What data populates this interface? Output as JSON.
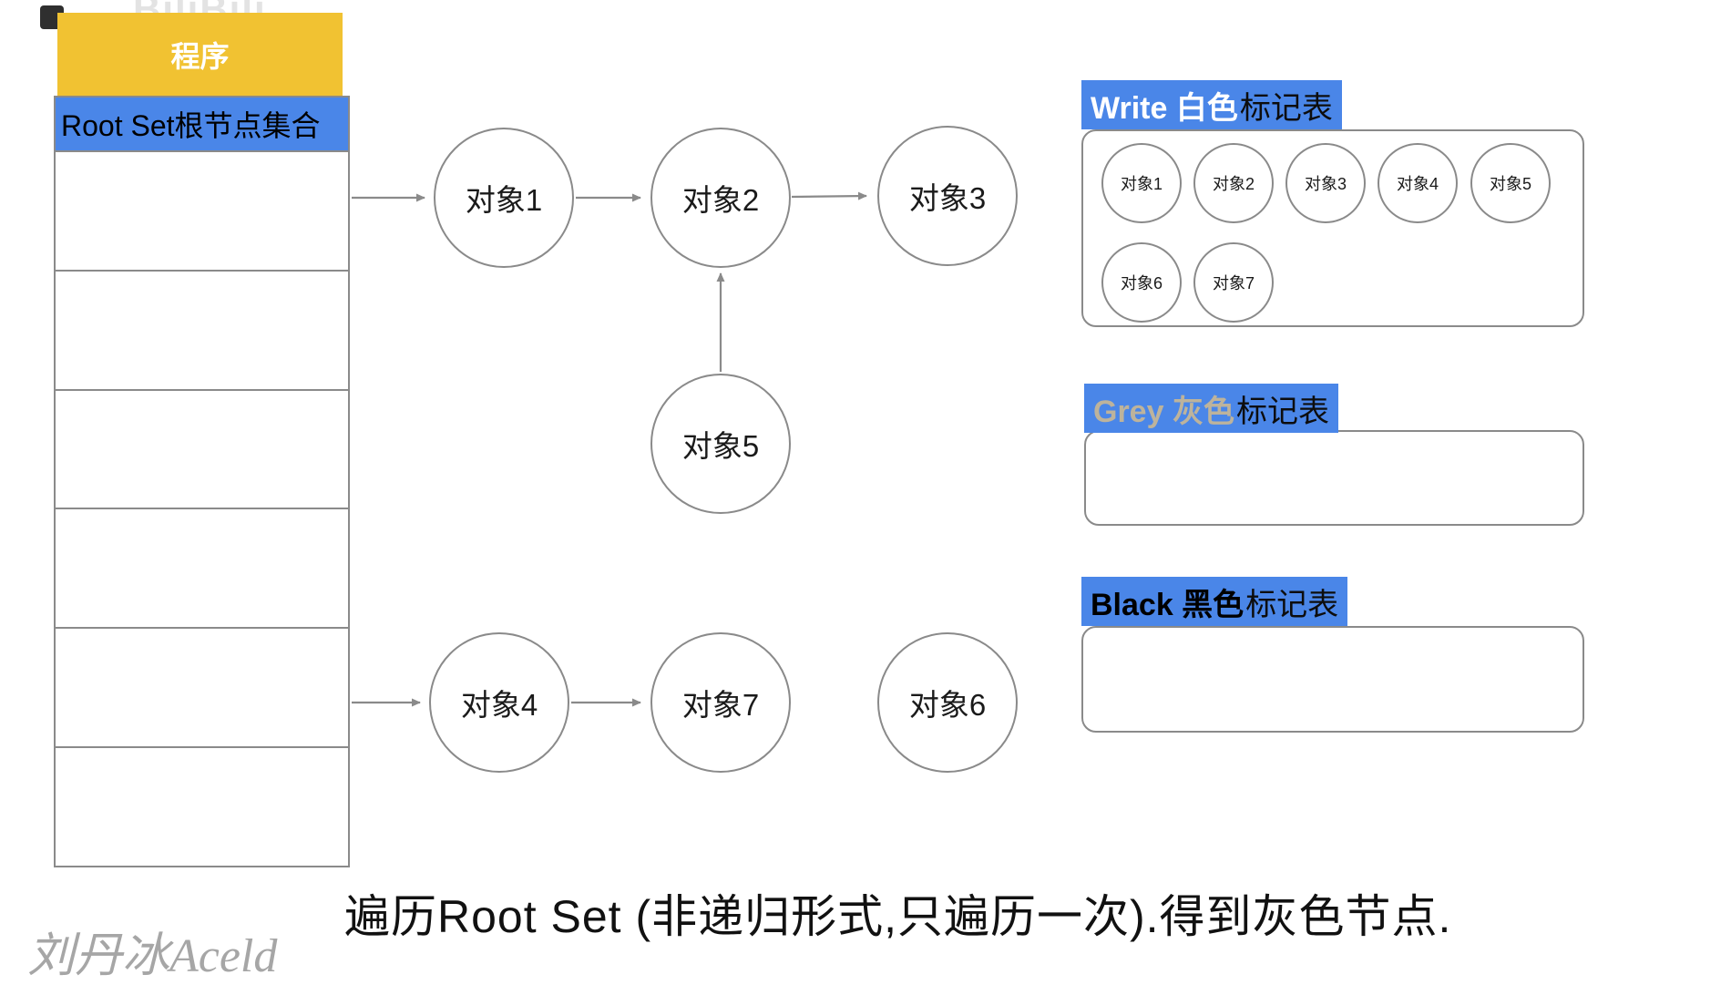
{
  "page": {
    "caption": "遍历Root Set (非递归形式,只遍历一次).得到灰色节点.",
    "watermark": "刘丹冰Aceld",
    "site_logo": "BiliBili"
  },
  "stack": {
    "header": "程序",
    "root_row": "Root Set根节点集合",
    "empty_rows": 6
  },
  "graph": {
    "nodes": [
      {
        "id": "obj1",
        "label": "对象1"
      },
      {
        "id": "obj2",
        "label": "对象2"
      },
      {
        "id": "obj3",
        "label": "对象3"
      },
      {
        "id": "obj4",
        "label": "对象4"
      },
      {
        "id": "obj5",
        "label": "对象5"
      },
      {
        "id": "obj6",
        "label": "对象6"
      },
      {
        "id": "obj7",
        "label": "对象7"
      }
    ]
  },
  "tables": {
    "white": {
      "label_en": "Write 白色",
      "label_zh": "标记表",
      "items": [
        "对象1",
        "对象2",
        "对象3",
        "对象4",
        "对象5",
        "对象6",
        "对象7"
      ]
    },
    "grey": {
      "label_en": "Grey 灰色",
      "label_zh": "标记表",
      "items": []
    },
    "black": {
      "label_en": "Black 黑色",
      "label_zh": "标记表",
      "items": []
    }
  },
  "colors": {
    "highlight_blue": "#4a86e8",
    "header_yellow": "#f1c232",
    "grey_label_text": "#bdb39c",
    "line_grey": "#8a8a8a"
  }
}
